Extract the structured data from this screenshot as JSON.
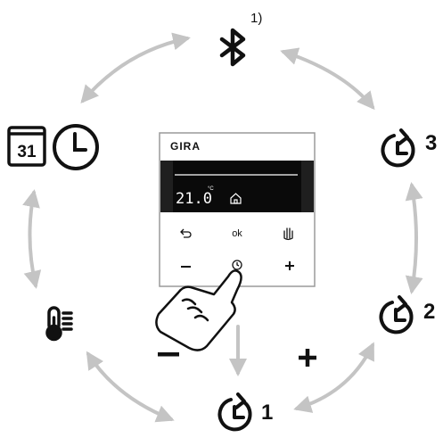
{
  "footnote": "1)",
  "device": {
    "brand": "GIRA",
    "temperature": "21.0",
    "unit": "°C",
    "ok_label": "ok",
    "minus_label": "–",
    "plus_label": "+"
  },
  "timer_levels": {
    "level_1": "1",
    "level_2": "2",
    "level_3": "3"
  },
  "calendar_day": "31",
  "direction": {
    "minus": "–",
    "plus": "+"
  },
  "icons": {
    "top": "bluetooth-icon",
    "top_right": "timer-icon",
    "right": "timer-icon",
    "bottom": "timer-icon",
    "left": "thermometer-icon",
    "top_left": "calendar-clock-icon",
    "device_buttons": [
      "back-arrow-icon",
      "ok",
      "hand-icon",
      "minus",
      "timer-icon",
      "plus"
    ],
    "pointer": "pointing-hand-icon"
  },
  "colors": {
    "arrow": "#c4c4c4",
    "ink": "#111111",
    "lcd_background": "#0a0a0a",
    "lcd_text": "#ffffff"
  }
}
